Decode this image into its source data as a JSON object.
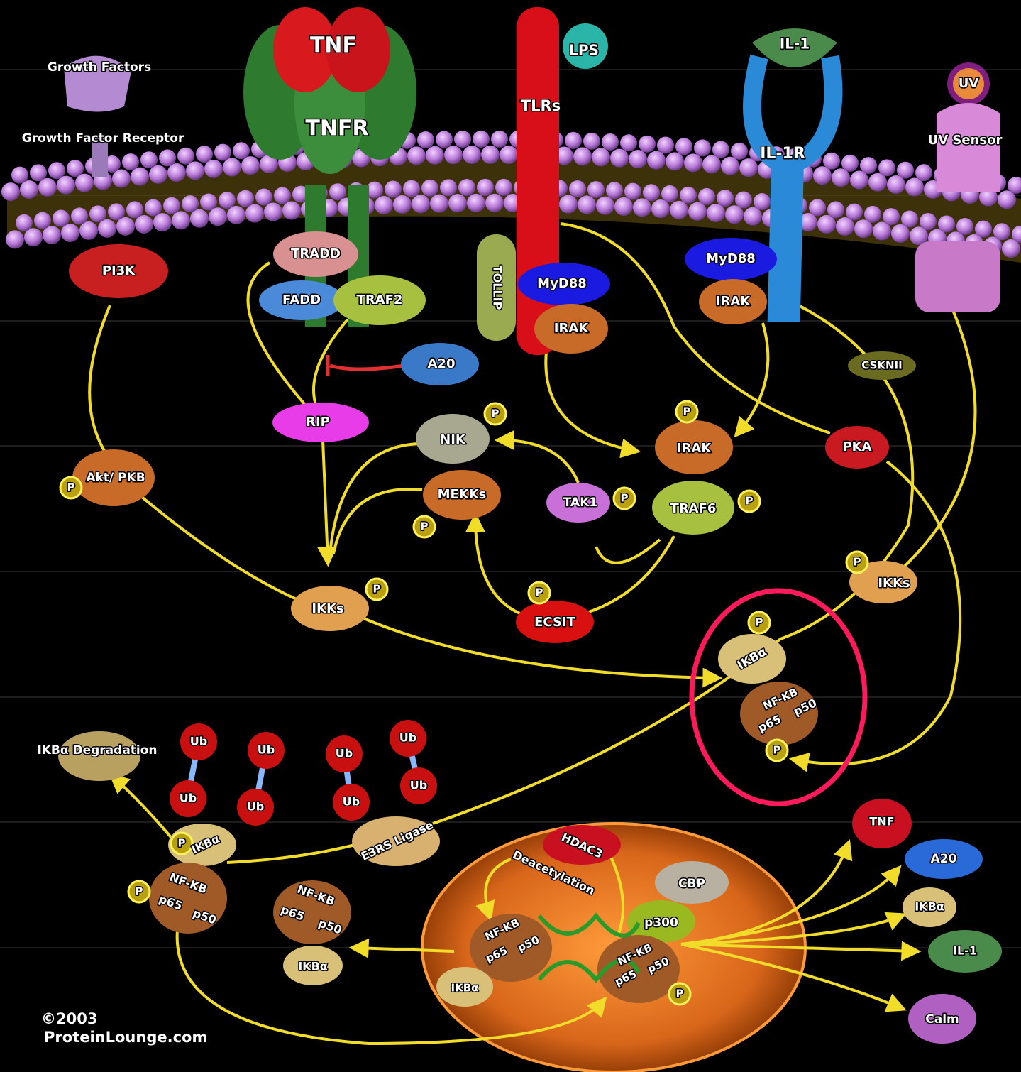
{
  "membrane": {
    "growth_factors": "Growth Factors",
    "growth_factor_receptor": "Growth Factor Receptor",
    "tnf": "TNF",
    "tnfr": "TNFR",
    "lps": "LPS",
    "tlrs": "TLRs",
    "il1": "IL-1",
    "il1r": "IL-1R",
    "uv": "UV",
    "uv_sensor": "UV Sensor"
  },
  "cytoplasm": {
    "pi3k": "PI3K",
    "tradd": "TRADD",
    "fadd": "FADD",
    "traf2": "TRAF2",
    "tollip": "TOLLIP",
    "myd88_left": "MyD88",
    "irak_left": "IRAK",
    "myd88_right": "MyD88",
    "irak_right": "IRAK",
    "a20": "A20",
    "cskn2": "CSKNII",
    "rip": "RIP",
    "nik": "NIK",
    "irak_p": "IRAK",
    "pka": "PKA",
    "akt": "Akt/ PKB",
    "mekks": "MEKKs",
    "tak1": "TAK1",
    "traf6": "TRAF6",
    "ikks_left": "IKKs",
    "ikks_right": "IKKs",
    "ecsit": "ECSIT",
    "ikba_complex": "IKBα",
    "nfkb_complex": "NF-KB",
    "p65": "p65",
    "p50": "p50",
    "phospho": "P"
  },
  "degradation": {
    "ikba_degradation": "IKBα Degradation",
    "ub": "Ub",
    "e3rs_ligase": "E3RS Ligase",
    "ikba": "IKBα",
    "nfkb": "NF-KB"
  },
  "nucleus": {
    "hdac3": "HDAC3",
    "deacetylation": "Deacetylation",
    "cbp": "CBP",
    "p300": "p300",
    "nfkb": "NF-KB",
    "ikba": "IKBα"
  },
  "outputs": {
    "tnf": "TNF",
    "a20": "A20",
    "ikba": "IKBα",
    "il1": "IL-1",
    "calm": "Calm"
  },
  "credit": {
    "year": "©2003",
    "site": "ProteinLounge.com"
  },
  "colors": {
    "background": "#000000",
    "membrane": "#c08ae0",
    "arrow": "#f2dc2a",
    "highlight": "#ff1a5c",
    "nucleus": "#e8781e"
  }
}
